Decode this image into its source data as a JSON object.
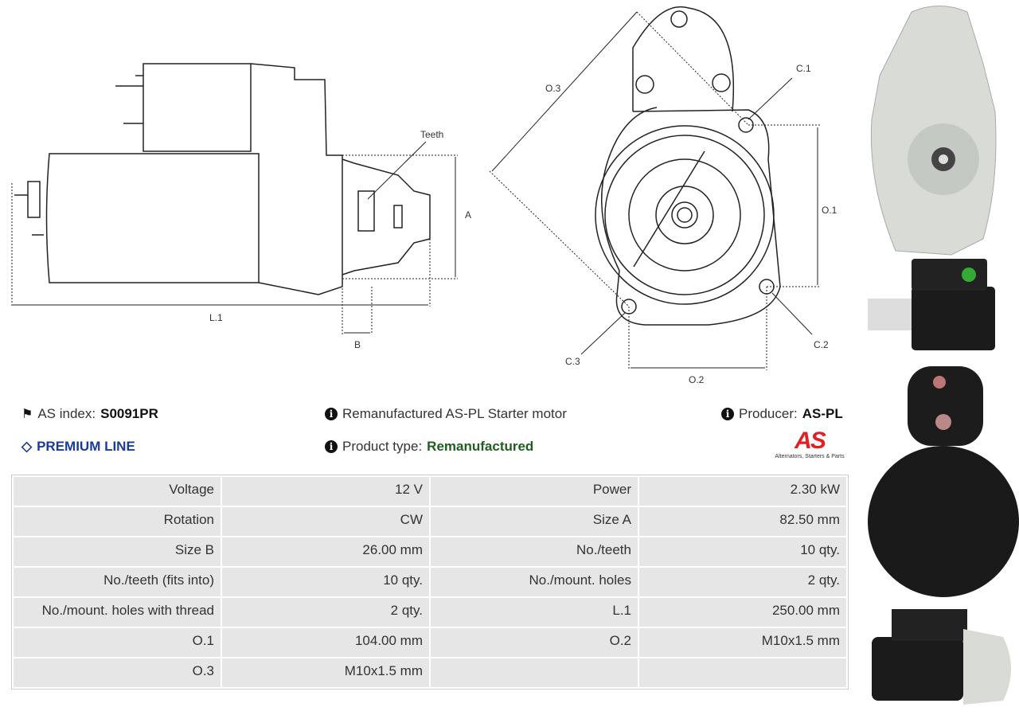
{
  "drawing": {
    "teeth": "Teeth",
    "a": "A",
    "l1": "L.1",
    "b": "B",
    "o3": "O.3",
    "c1": "C.1",
    "o1": "O.1",
    "c2": "C.2",
    "c3": "C.3",
    "o2": "O.2"
  },
  "info": {
    "as_index_label": "AS index:",
    "as_index_value": "S0091PR",
    "premium": "PREMIUM LINE",
    "description": "Remanufactured AS-PL Starter motor",
    "product_type_label": "Product type:",
    "product_type_value": "Remanufactured",
    "producer_label": "Producer:",
    "producer_value": "AS-PL",
    "logo_text": "AS",
    "logo_tagline": "Alternators, Starters & Parts"
  },
  "colors": {
    "premium": "#1a3a9c",
    "product_type": "#1e5e1e",
    "logo": "#e31e24"
  },
  "specs": [
    [
      "Voltage",
      "12 V",
      "Power",
      "2.30 kW"
    ],
    [
      "Rotation",
      "CW",
      "Size A",
      "82.50 mm"
    ],
    [
      "Size B",
      "26.00 mm",
      "No./teeth",
      "10 qty."
    ],
    [
      "No./teeth (fits into)",
      "10 qty.",
      "No./mount. holes",
      "2 qty."
    ],
    [
      "No./mount. holes with thread",
      "2 qty.",
      "L.1",
      "250.00 mm"
    ],
    [
      "O.1",
      "104.00 mm",
      "O.2",
      "M10x1.5 mm"
    ],
    [
      "O.3",
      "M10x1.5 mm",
      "",
      ""
    ]
  ]
}
